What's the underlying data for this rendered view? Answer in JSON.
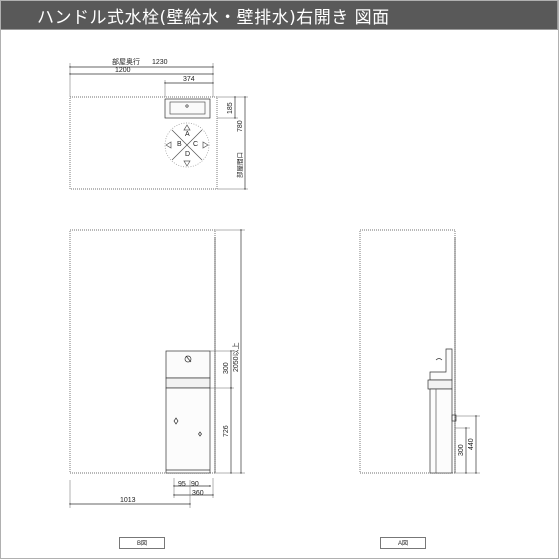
{
  "header": {
    "title": "ハンドル式水栓(壁給水・壁排水)右開き 図面"
  },
  "plan": {
    "depth_label": "部屋奥行",
    "depth_value": "1230",
    "width_1200": "1200",
    "width_374": "374",
    "dim_185": "185",
    "dim_780": "780",
    "opening_label": "部屋間口",
    "circle_letters": [
      "A",
      "B",
      "C",
      "D"
    ]
  },
  "front": {
    "height_label": "2050以上",
    "dim_300": "300",
    "dim_726": "726",
    "dim_95": "95",
    "dim_90": "90",
    "dim_360": "360",
    "dim_1013": "1013",
    "view_tag": "B図"
  },
  "side": {
    "dim_300": "300",
    "dim_440": "440",
    "view_tag": "A図"
  },
  "colors": {
    "header_bg": "#595959",
    "header_text": "#ffffff",
    "line": "#444444"
  }
}
